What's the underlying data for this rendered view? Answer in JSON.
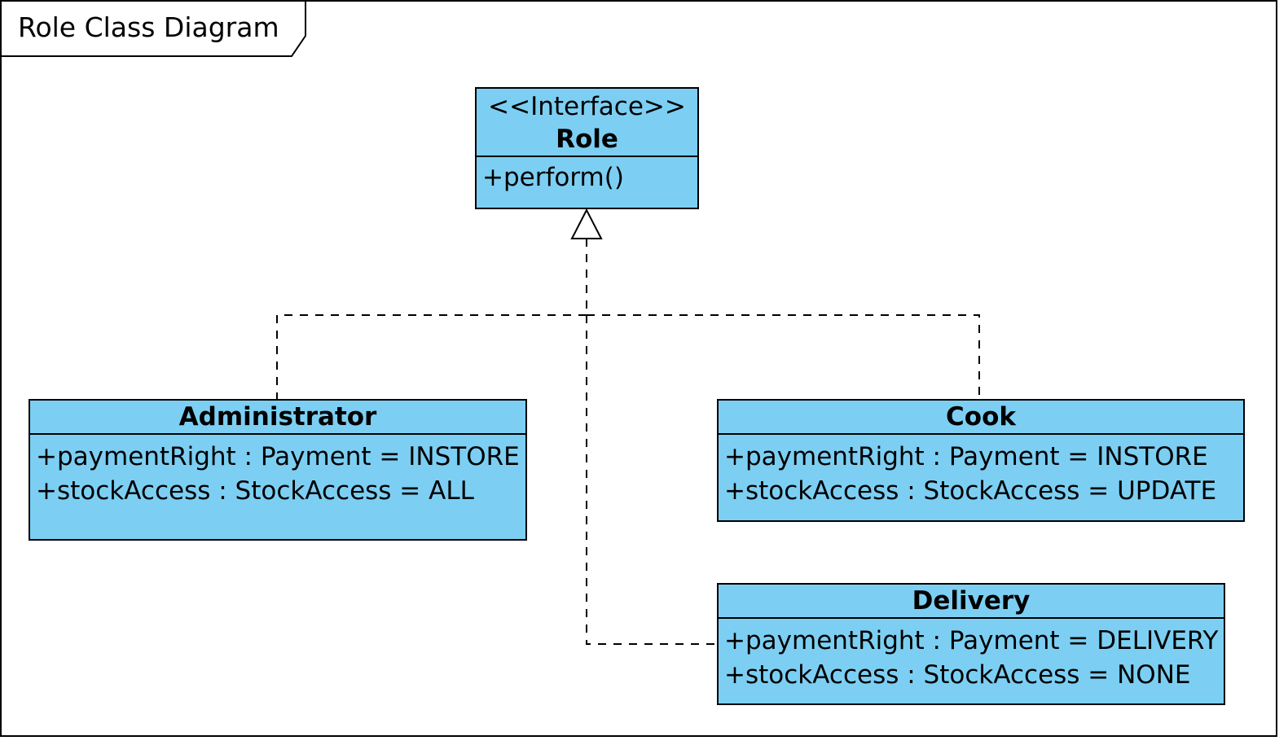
{
  "frame": {
    "title": "Role Class Diagram"
  },
  "classes": {
    "role": {
      "stereotype": "<<Interface>>",
      "name": "Role",
      "operations": [
        "+perform()"
      ]
    },
    "administrator": {
      "name": "Administrator",
      "attributes": [
        "+paymentRight : Payment = INSTORE",
        "+stockAccess : StockAccess = ALL"
      ]
    },
    "cook": {
      "name": "Cook",
      "attributes": [
        "+paymentRight : Payment = INSTORE",
        "+stockAccess : StockAccess = UPDATE"
      ]
    },
    "delivery": {
      "name": "Delivery",
      "attributes": [
        "+paymentRight : Payment = DELIVERY",
        "+stockAccess : StockAccess = NONE"
      ]
    }
  },
  "colors": {
    "class_fill": "#7ccff3",
    "stroke": "#000000"
  }
}
